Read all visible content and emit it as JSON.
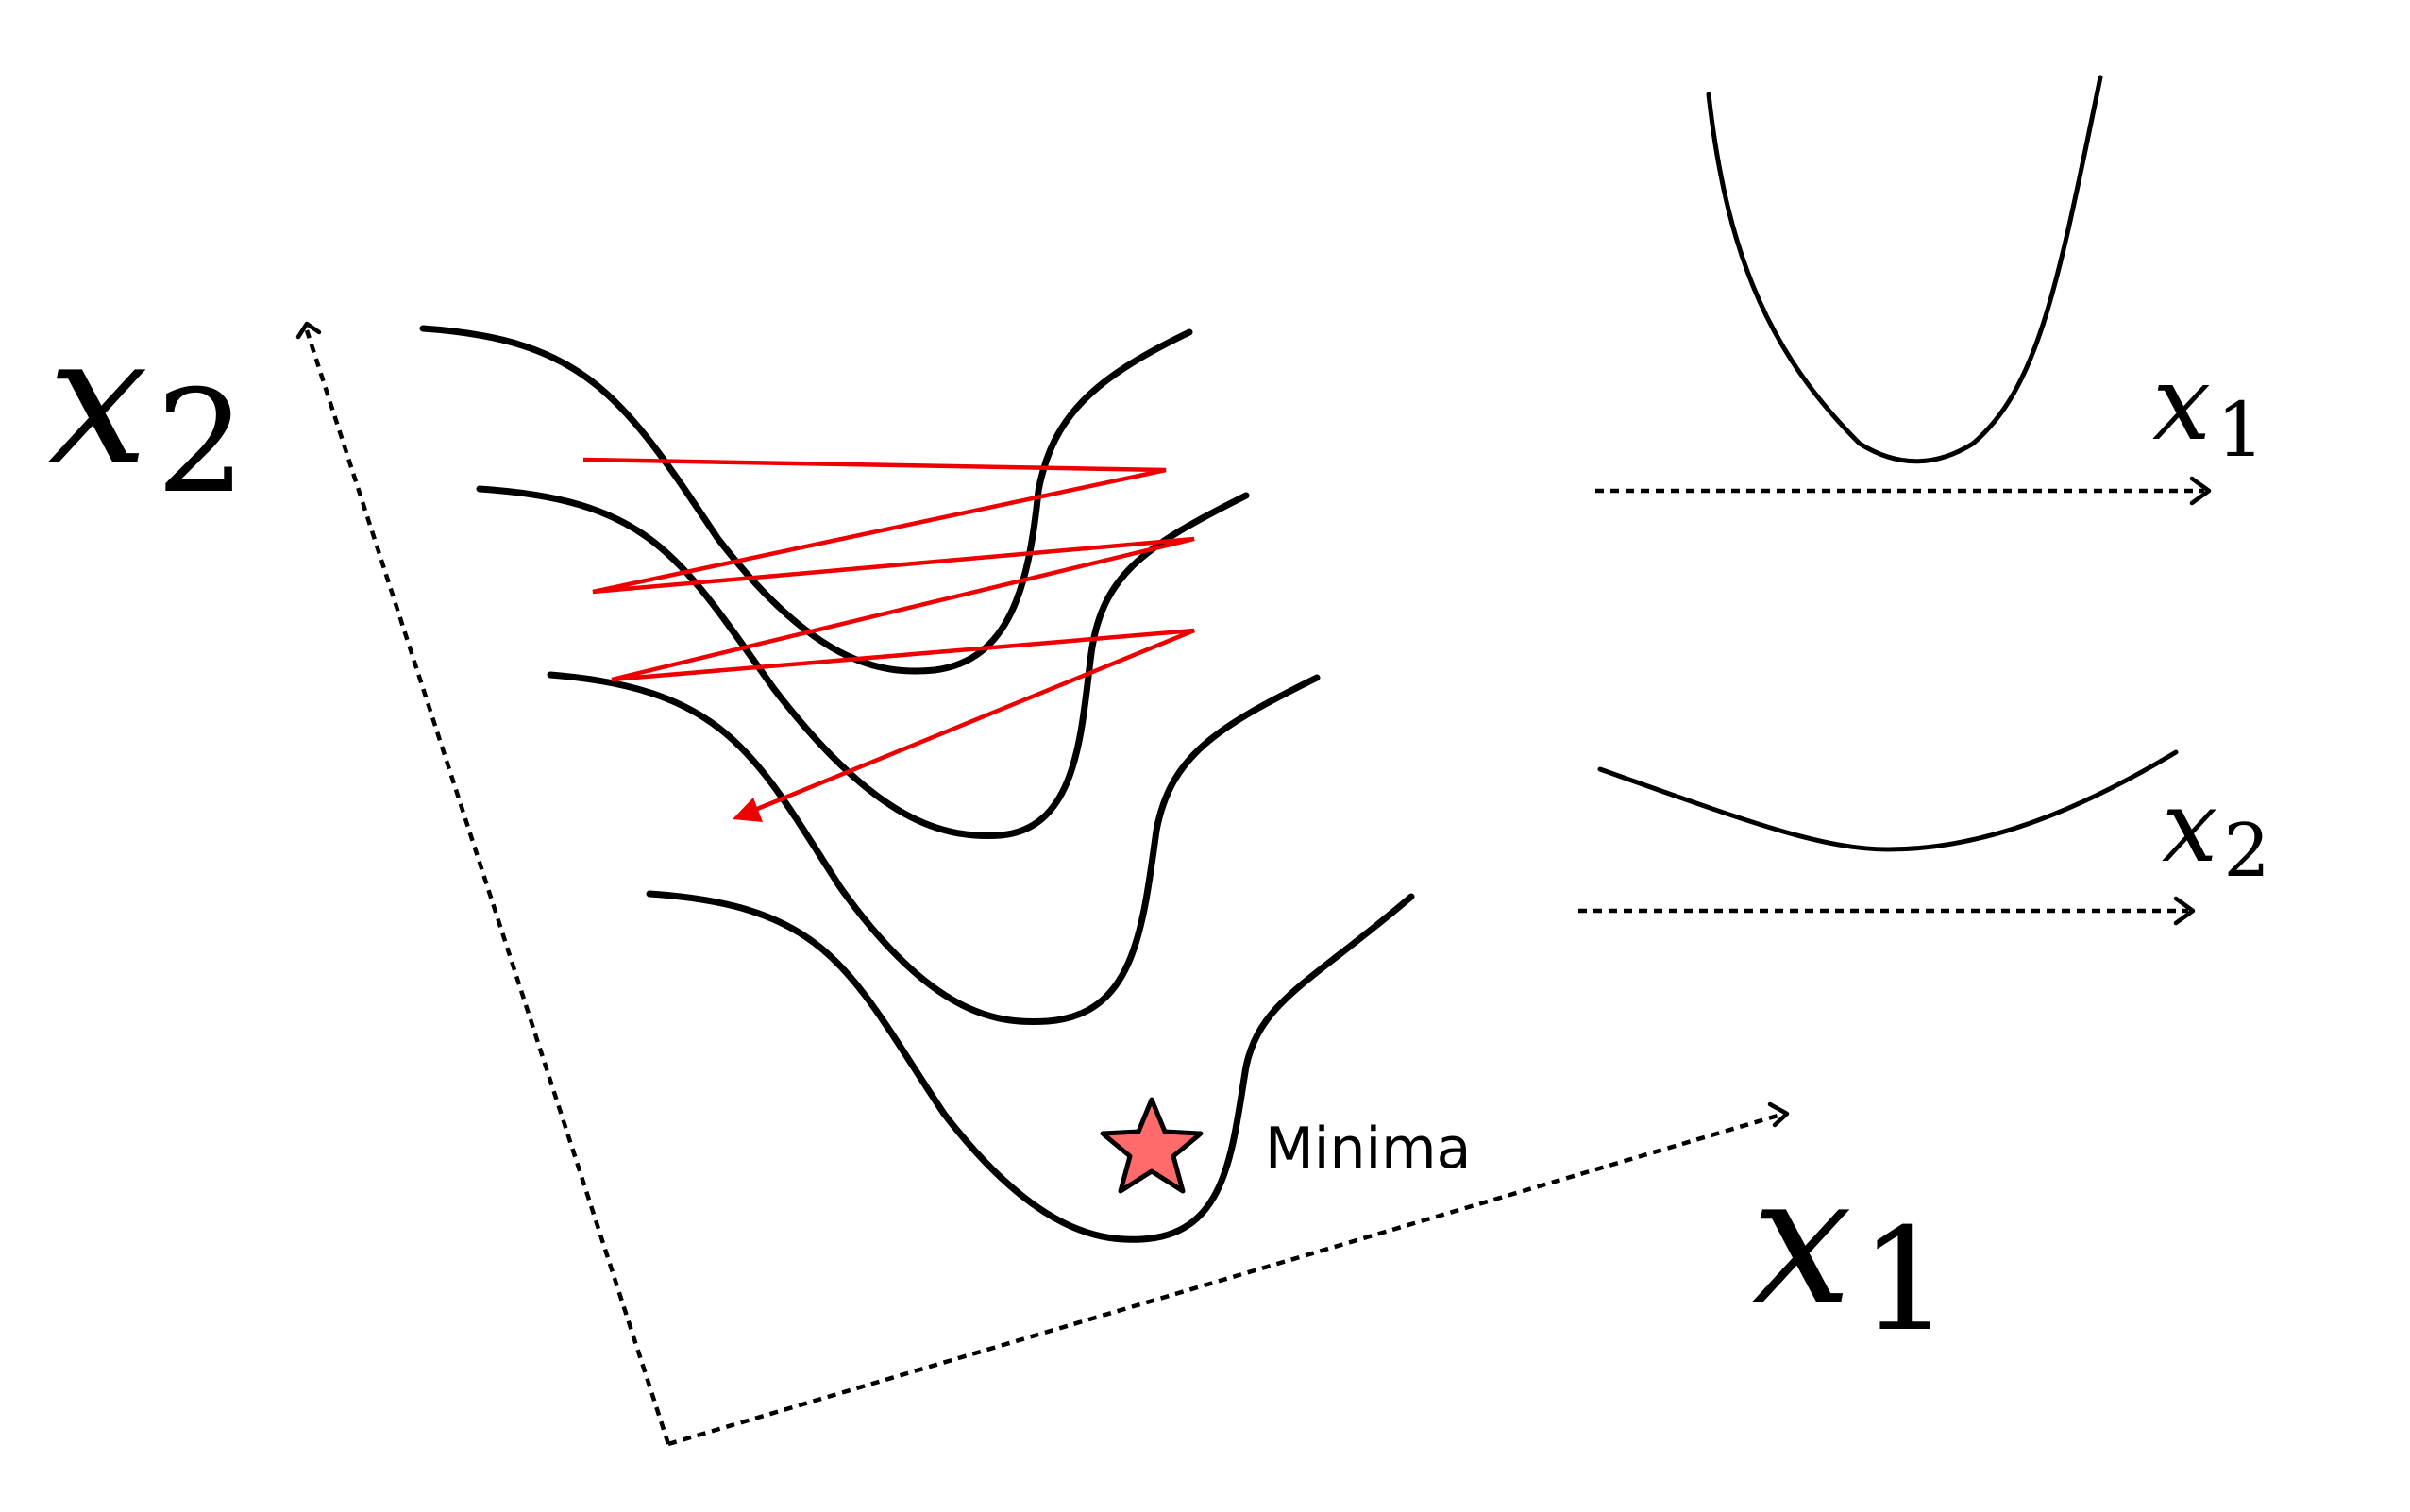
{
  "main_axes": {
    "x1": {
      "symbol": "x",
      "subscript": "1"
    },
    "x2": {
      "symbol": "x",
      "subscript": "2"
    }
  },
  "slices": {
    "top": {
      "axis_symbol": "x",
      "axis_subscript": "1"
    },
    "bottom": {
      "axis_symbol": "x",
      "axis_subscript": "2"
    }
  },
  "minimum": {
    "label": "Minima",
    "marker": "star-icon",
    "color": "#ff6b6b"
  },
  "colors": {
    "contour": "#000000",
    "optimizer_path": "#ee0000",
    "background": "#ffffff"
  }
}
